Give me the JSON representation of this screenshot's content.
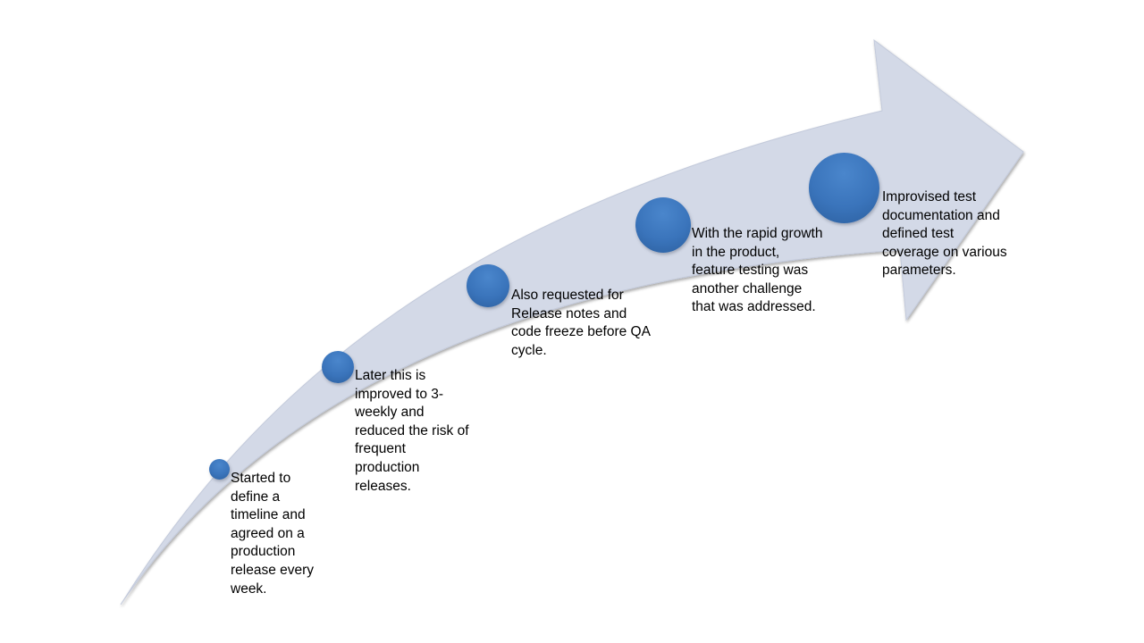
{
  "colors": {
    "arrow_fill": "#d3d9e7",
    "arrow_shadow": "#b7bfd0",
    "circle_fill": "#3a74bb",
    "text": "#000000"
  },
  "steps": [
    {
      "text": "Started to\ndefine a\ntimeline  and\nagreed on a\nproduction\nrelease every\nweek."
    },
    {
      "text": "Later this is\nimproved to 3-\nweekly and\nreduced the  risk of\nfrequent\nproduction\nreleases."
    },
    {
      "text": "Also requested for\nRelease notes and\ncode freeze before QA\ncycle."
    },
    {
      "text": "With the rapid growth\nin the product,\nfeature testing was\nanother challenge\nthat was addressed."
    },
    {
      "text": "Improvised test\ndocumentation and\ndefined test\ncoverage on various\nparameters."
    }
  ]
}
